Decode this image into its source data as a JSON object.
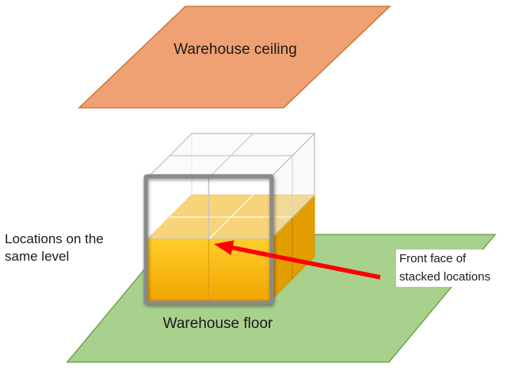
{
  "labels": {
    "ceiling": "Warehouse ceiling",
    "floor": "Warehouse floor",
    "left_annotation": "Locations on the\nsame level",
    "right_annotation": "Front face of\nstacked locations"
  },
  "colors": {
    "ceiling-fill": "#F0A173",
    "ceiling-stroke": "#CE7B3E",
    "floor-fill": "#A9D18E",
    "floor-stroke": "#6FA84F",
    "box-gold": "#FFC000",
    "box-gold-top": "#F2B928",
    "box-gold-side": "#E29E00",
    "glass-edge": "#C6C6C6",
    "frame-gray": "#8A8A8A",
    "arrow": "#FF0000",
    "text": "#1A1A1A"
  }
}
